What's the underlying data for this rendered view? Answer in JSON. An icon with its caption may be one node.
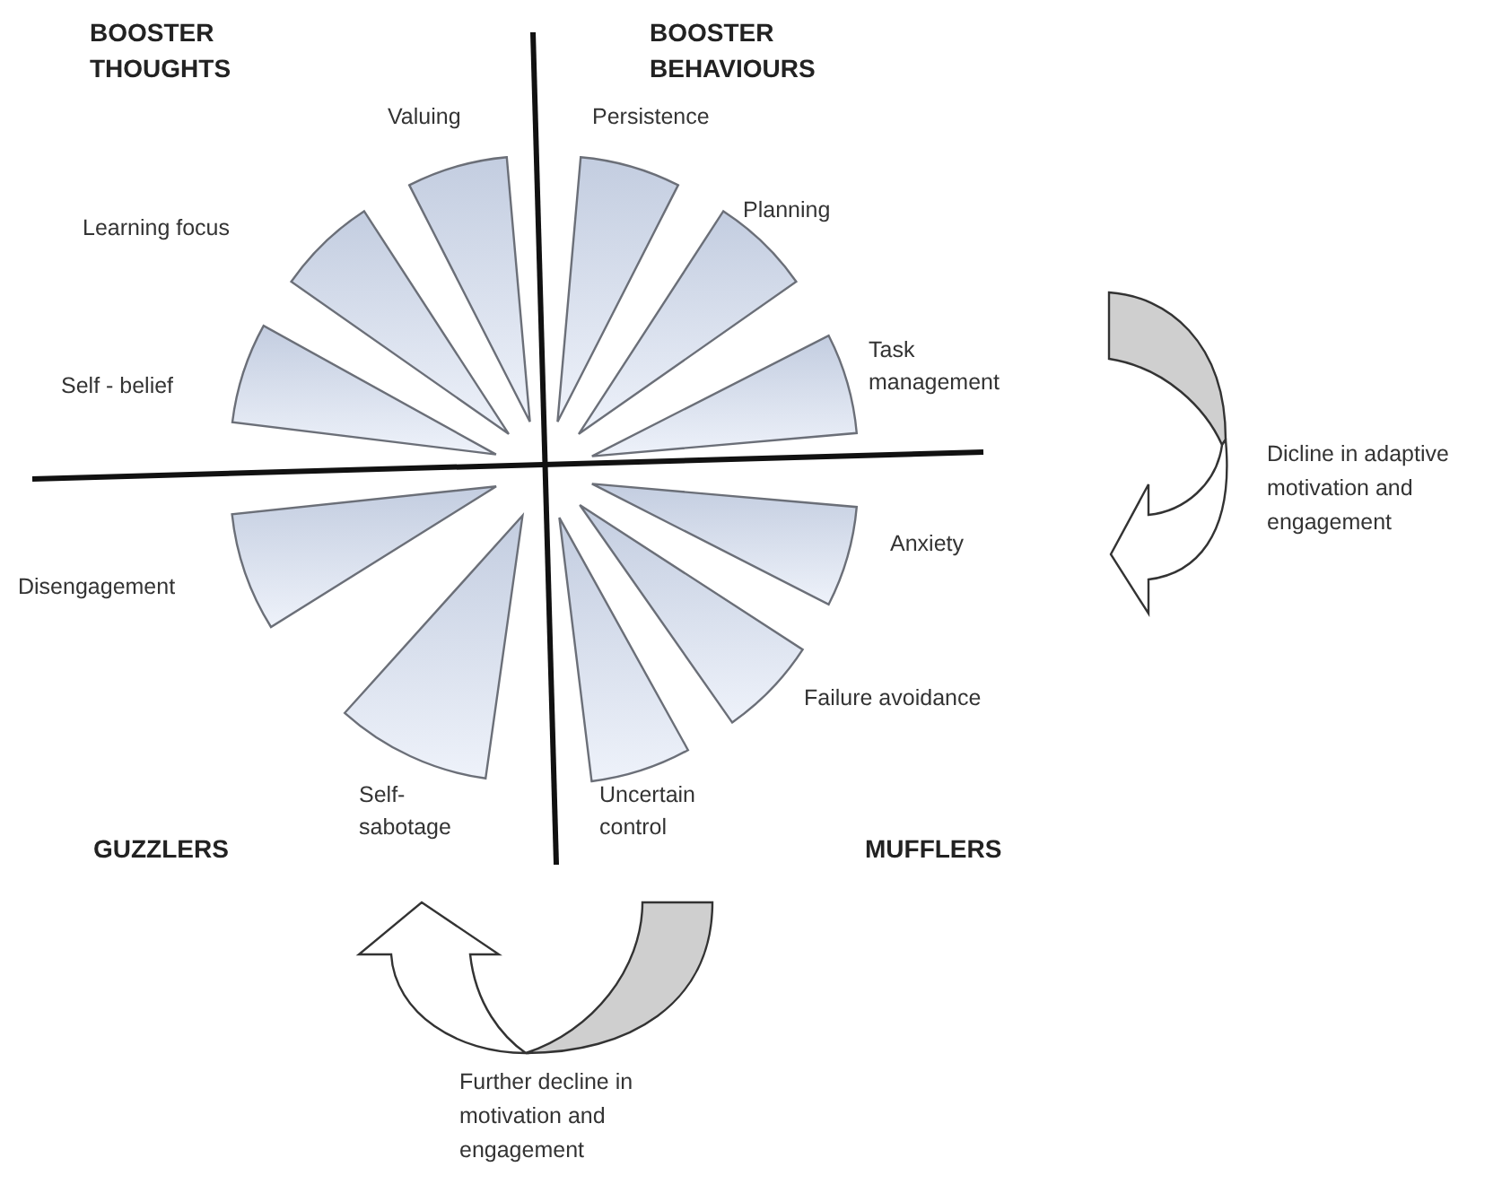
{
  "diagram": {
    "nodes": [
      {
        "text": [],
        "shape": "wedge",
        "beside": [
          "Valuing"
        ]
      },
      {
        "text": [],
        "shape": "wedge",
        "beside": [
          "Persistence"
        ]
      },
      {
        "text": [],
        "shape": "wedge",
        "beside": [
          "Learning focus"
        ]
      },
      {
        "text": [],
        "shape": "wedge",
        "beside": [
          "Planning"
        ]
      },
      {
        "text": [],
        "shape": "wedge",
        "beside": [
          "Self - belief"
        ]
      },
      {
        "text": [],
        "shape": "wedge",
        "beside": [
          "Task management"
        ]
      },
      {
        "text": [],
        "shape": "wedge",
        "beside": [
          "Anxiety"
        ]
      },
      {
        "text": [],
        "shape": "wedge",
        "beside": [
          "Disengagement"
        ]
      },
      {
        "text": [],
        "shape": "wedge",
        "beside": [
          "Failure avoidance"
        ]
      },
      {
        "text": [],
        "shape": "wedge",
        "beside": [
          "Self- sabotage"
        ]
      },
      {
        "text": [],
        "shape": "wedge",
        "beside": [
          "Uncertain control"
        ]
      }
    ],
    "labels": [
      "BOOSTER THOUGHTS",
      "BOOSTER BEHAVIOURS",
      "Dicline in adaptive motivation and engagement",
      "GUZZLERS",
      "MUFFLERS",
      "Further decline in motivation and engagement"
    ]
  }
}
